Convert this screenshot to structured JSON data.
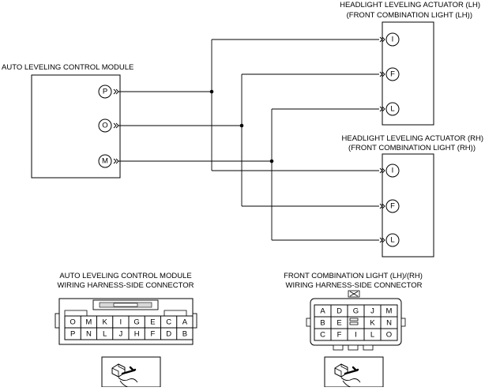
{
  "module": {
    "title": "AUTO LEVELING CONTROL MODULE",
    "pins": [
      "P",
      "O",
      "M"
    ]
  },
  "actuator_lh": {
    "title_line1": "HEADLIGHT LEVELING ACTUATOR (LH)",
    "title_line2": "(FRONT COMBINATION LIGHT (LH))",
    "pins": [
      "I",
      "F",
      "L"
    ]
  },
  "actuator_rh": {
    "title_line1": "HEADLIGHT LEVELING ACTUATOR (RH)",
    "title_line2": "(FRONT COMBINATION LIGHT (RH))",
    "pins": [
      "I",
      "F",
      "L"
    ]
  },
  "module_connector": {
    "title_line1": "AUTO LEVELING CONTROL MODULE",
    "title_line2": "WIRING HARNESS-SIDE CONNECTOR",
    "row1": [
      "O",
      "M",
      "K",
      "I",
      "G",
      "E",
      "C",
      "A"
    ],
    "row2": [
      "P",
      "N",
      "L",
      "J",
      "H",
      "F",
      "D",
      "B"
    ]
  },
  "light_connector": {
    "title_line1": "FRONT COMBINATION LIGHT (LH)/(RH)",
    "title_line2": "WIRING HARNESS-SIDE CONNECTOR",
    "row1": [
      "A",
      "D",
      "G",
      "J",
      "M"
    ],
    "row2": [
      "B",
      "E",
      "",
      "K",
      "N"
    ],
    "row3": [
      "C",
      "F",
      "I",
      "L",
      "O"
    ]
  }
}
